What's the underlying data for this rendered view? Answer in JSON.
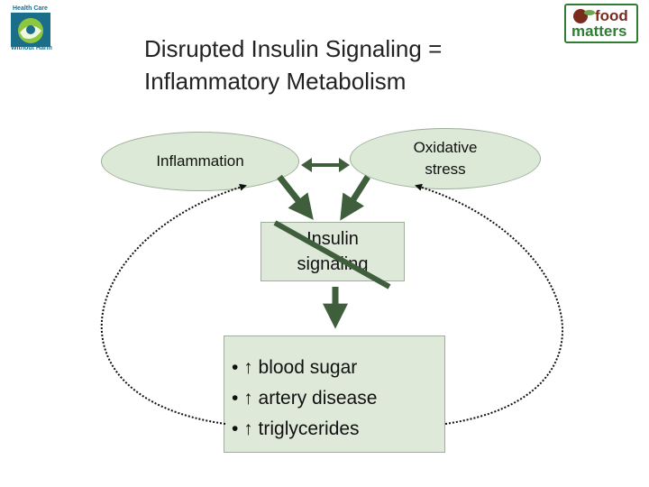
{
  "logos": {
    "left": {
      "lines": [
        "Health Care",
        "Without Harm"
      ]
    },
    "right": {
      "line1": "food",
      "line2": "matters"
    }
  },
  "slide": {
    "title_line1": "Disrupted Insulin Signaling =",
    "title_line2": "Inflammatory Metabolism"
  },
  "diagram": {
    "inflammation": "Inflammation",
    "oxidative_line1": "Oxidative",
    "oxidative_line2": "stress",
    "insulin_line1": "Insulin",
    "insulin_line2": "signaling",
    "effects": [
      "• ↑ blood sugar",
      "• ↑ artery disease",
      "• ↑ triglycerides"
    ]
  },
  "colors": {
    "node_fill": "#dce9d7",
    "arrow": "#3f5e3c",
    "title_text": "#222222"
  }
}
